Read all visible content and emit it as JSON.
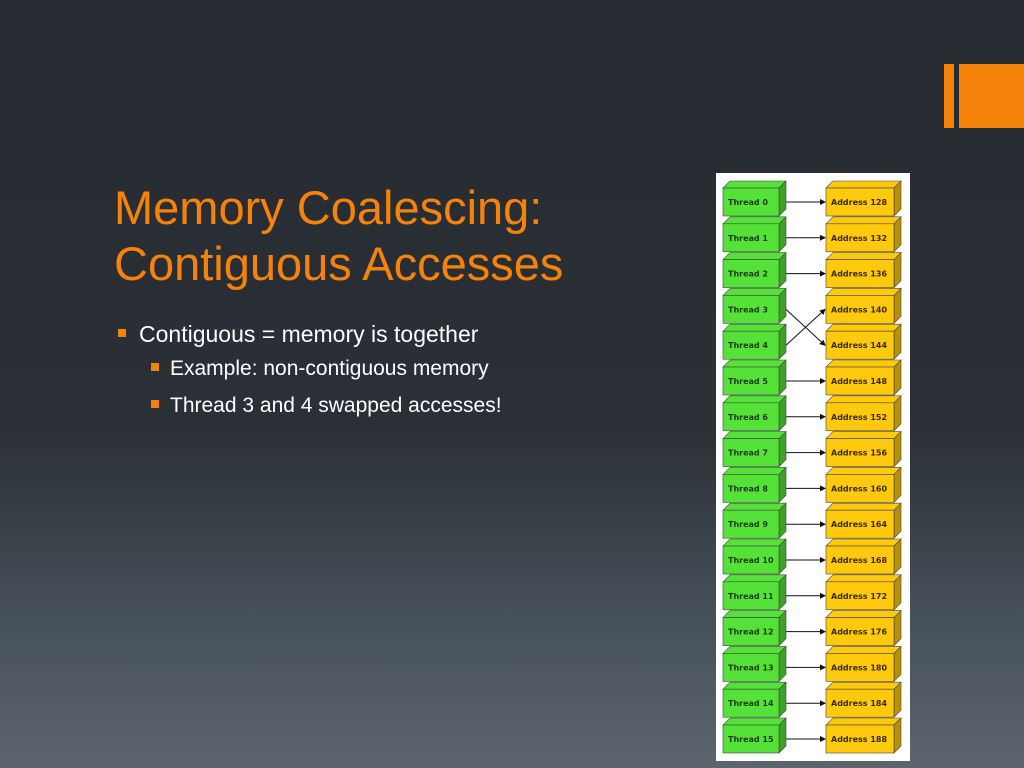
{
  "slide": {
    "title_lines": [
      "Memory Coalescing:",
      "Contiguous Accesses"
    ],
    "bullets": {
      "main": "Contiguous = memory is together",
      "sub1": "Example: non-contiguous memory",
      "sub2": "Thread 3 and 4 swapped accesses!"
    }
  },
  "colors": {
    "title": "#f5820a",
    "accent": "#f5820a",
    "thread_fill": "#55e238",
    "address_fill": "#ffc90e"
  },
  "diagram": {
    "threads": [
      "Thread 0",
      "Thread 1",
      "Thread 2",
      "Thread 3",
      "Thread 4",
      "Thread 5",
      "Thread 6",
      "Thread 7",
      "Thread 8",
      "Thread 9",
      "Thread 10",
      "Thread 11",
      "Thread 12",
      "Thread 13",
      "Thread 14",
      "Thread 15"
    ],
    "addresses": [
      "Address 128",
      "Address 132",
      "Address 136",
      "Address 140",
      "Address 144",
      "Address 148",
      "Address 152",
      "Address 156",
      "Address 160",
      "Address 164",
      "Address 168",
      "Address 172",
      "Address 176",
      "Address 180",
      "Address 184",
      "Address 188"
    ],
    "mapping": [
      0,
      1,
      2,
      4,
      3,
      5,
      6,
      7,
      8,
      9,
      10,
      11,
      12,
      13,
      14,
      15
    ]
  }
}
